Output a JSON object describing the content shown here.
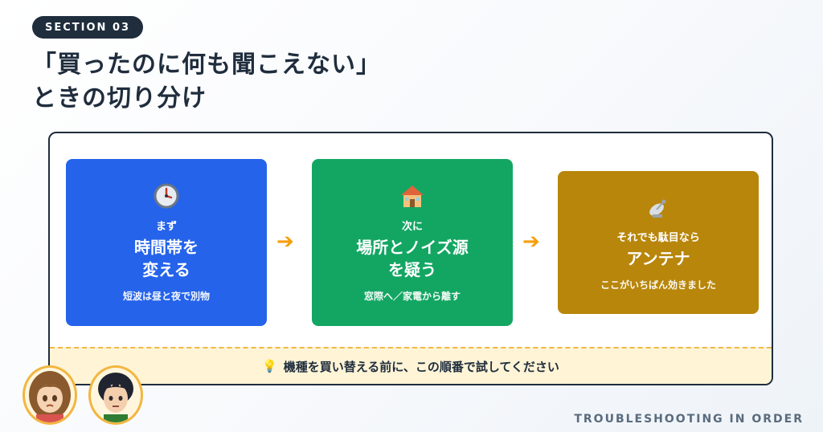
{
  "section_badge": "SECTION 03",
  "title": {
    "line1": "「買ったのに何も聞こえない」",
    "line2": "ときの切り分け"
  },
  "steps": [
    {
      "lead": "まず",
      "main_line1": "時間帯を",
      "main_line2": "変える",
      "sub": "短波は昼と夜で別物",
      "icon": "clock-icon",
      "color": "#2563eb"
    },
    {
      "lead": "次に",
      "main_line1": "場所とノイズ源",
      "main_line2": "を疑う",
      "sub": "窓際へ／家電から離す",
      "icon": "house-icon",
      "color": "#13a663"
    },
    {
      "lead": "それでも駄目なら",
      "main_line1": "アンテナ",
      "main_line2": "",
      "sub": "ここがいちばん効きました",
      "icon": "satellite-antenna-icon",
      "color": "#b8860b"
    }
  ],
  "arrow_glyph": "➔",
  "tip": {
    "icon": "lightbulb-icon",
    "glyph": "💡",
    "text": "機種を買い替える前に、この順番で試してください"
  },
  "footer": "TROUBLESHOOTING IN ORDER",
  "avatars": [
    "girl-avatar",
    "boy-avatar"
  ],
  "colors": {
    "dark": "#1f2d3d",
    "arrow": "#f59e0b",
    "tip_bg": "#fff4d6",
    "avatar_border": "#f2b640"
  }
}
